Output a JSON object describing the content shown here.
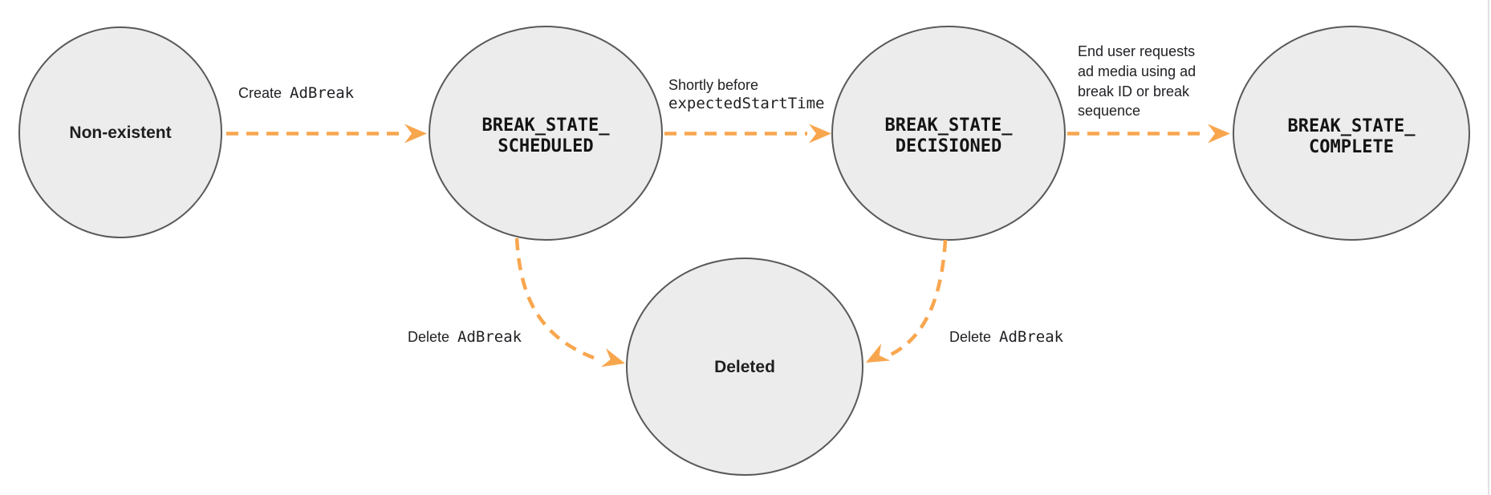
{
  "colors": {
    "arrow": "#F8A64E",
    "node_fill": "#ECECEC",
    "node_border": "#595959",
    "text": "#1F1F1F",
    "border_line": "#D9D9D9"
  },
  "nodes": {
    "non_existent": {
      "label": "Non-existent"
    },
    "scheduled": {
      "line1": "BREAK_STATE_",
      "line2": "SCHEDULED"
    },
    "decisioned": {
      "line1": "BREAK_STATE_",
      "line2": "DECISIONED"
    },
    "complete": {
      "line1": "BREAK_STATE_",
      "line2": "COMPLETE"
    },
    "deleted": {
      "label": "Deleted"
    }
  },
  "edges": {
    "create": {
      "plain": "Create",
      "code": "AdBreak"
    },
    "decision": {
      "line1": "Shortly before",
      "line2_code": "expectedStartTime"
    },
    "complete": {
      "lines": [
        "End user requests",
        "ad media using ad",
        "break ID or break",
        "sequence"
      ]
    },
    "delete_from_scheduled": {
      "plain": "Delete",
      "code": "AdBreak"
    },
    "delete_from_decisioned": {
      "plain": "Delete",
      "code": "AdBreak"
    }
  }
}
